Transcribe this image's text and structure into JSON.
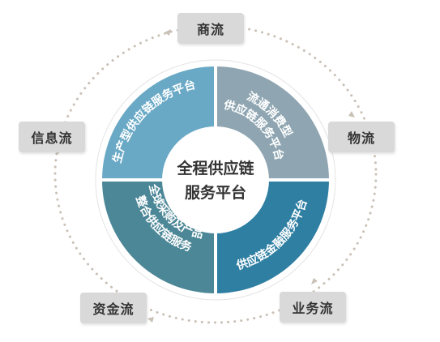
{
  "center": {
    "line1": "全程供应链",
    "line2": "服务平台"
  },
  "segments": [
    {
      "id": "tl",
      "label": "生产型供应链服务平台",
      "color": "#6aa9c6"
    },
    {
      "id": "tr_line1",
      "label": "流通消费型",
      "color": "#8fa6b2"
    },
    {
      "id": "tr_line2",
      "label": "供应链服务平台",
      "color": "#8fa6b2"
    },
    {
      "id": "bl_line1",
      "label": "全球采购及产品",
      "color": "#4c8797"
    },
    {
      "id": "bl_line2",
      "label": "整合供应链服务",
      "color": "#4c8797"
    },
    {
      "id": "br",
      "label": "供应链金融服务平台",
      "color": "#2f7fa3"
    }
  ],
  "nodes": {
    "shangliu": "商流",
    "wuliu": "物流",
    "yewuliu": "业务流",
    "zijinliu": "资金流",
    "xinxiliu": "信息流"
  },
  "colors": {
    "node_bg": "#d9d9d9",
    "ring_dots": "#c9c0b6",
    "outer_ring": "#ffffff"
  }
}
